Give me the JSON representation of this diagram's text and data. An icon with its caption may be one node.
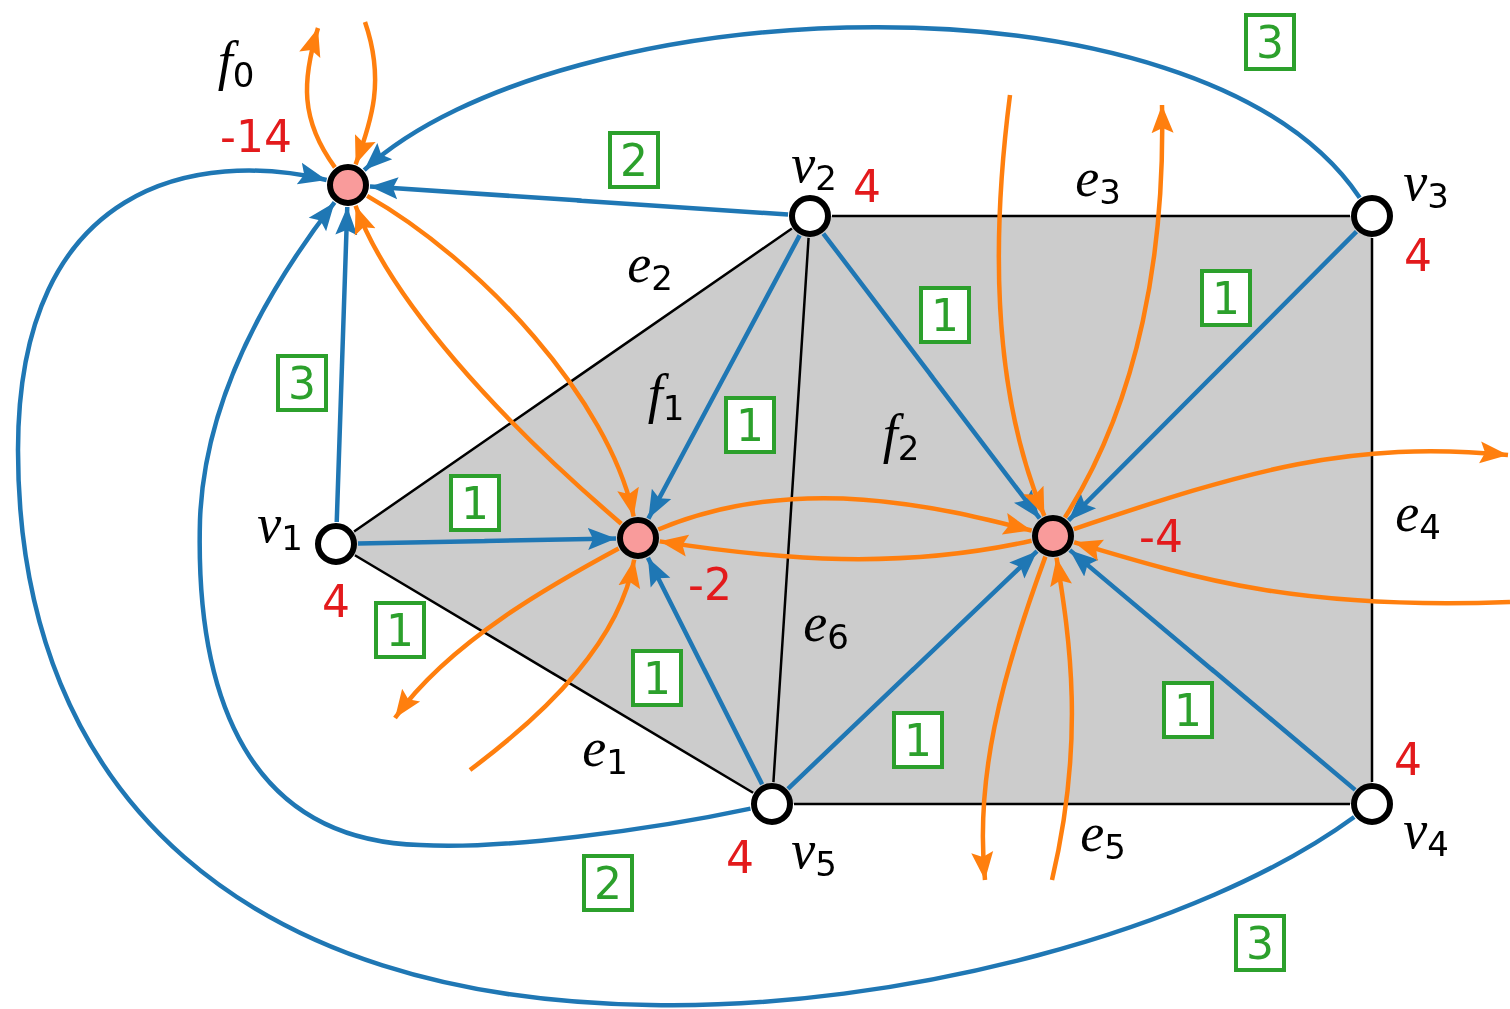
{
  "diagram": {
    "nodes": [
      {
        "text": [],
        "shape": "circle",
        "beside": [
          "*v*$_{1}$",
          "4"
        ]
      },
      {
        "text": [],
        "shape": "circle",
        "beside": [
          "*v*$_{2}$",
          "4"
        ]
      },
      {
        "text": [],
        "shape": "circle",
        "beside": [
          "*v*$_{3}$",
          "4"
        ]
      },
      {
        "text": [],
        "shape": "circle",
        "beside": [
          "*v*$_{4}$",
          "4"
        ]
      },
      {
        "text": [],
        "shape": "circle",
        "beside": [
          "*v*$_{5}$",
          "4"
        ]
      },
      {
        "text": [],
        "shape": "circle",
        "beside": [
          "*f*$_{0}$",
          "-14"
        ]
      },
      {
        "text": [],
        "shape": "circle",
        "beside": [
          "*f*$_{1}$",
          "-2"
        ]
      },
      {
        "text": [],
        "shape": "circle",
        "beside": [
          "*f*$_{2}$",
          "-4"
        ]
      }
    ],
    "edges": [
      {
        "from": 0,
        "to": 4,
        "arrow": "none",
        "label": "*e*$_{1}$",
        "color": "#000000"
      },
      {
        "from": 0,
        "to": 1,
        "arrow": "none",
        "label": "*e*$_{2}$",
        "color": "#000000"
      },
      {
        "from": 1,
        "to": 2,
        "arrow": "none",
        "label": "*e*$_{3}$",
        "color": "#000000"
      },
      {
        "from": 2,
        "to": 3,
        "arrow": "none",
        "label": "*e*$_{4}$",
        "color": "#000000"
      },
      {
        "from": 3,
        "to": 4,
        "arrow": "none",
        "label": "*e*$_{5}$",
        "color": "#000000"
      },
      {
        "from": 1,
        "to": 4,
        "arrow": "none",
        "label": "*e*$_{6}$",
        "color": "#000000"
      },
      {
        "from": 0,
        "to": 5,
        "arrow": "to",
        "label": "3",
        "color": "#1f77b4"
      },
      {
        "from": 0,
        "to": 6,
        "arrow": "to",
        "label": "1",
        "color": "#1f77b4"
      },
      {
        "from": 1,
        "to": 5,
        "arrow": "to",
        "label": "2",
        "color": "#1f77b4"
      },
      {
        "from": 1,
        "to": 6,
        "arrow": "to",
        "label": "1",
        "color": "#1f77b4"
      },
      {
        "from": 1,
        "to": 7,
        "arrow": "to",
        "label": "1",
        "color": "#1f77b4"
      },
      {
        "from": 2,
        "to": 5,
        "arrow": "to",
        "label": "3",
        "color": "#1f77b4"
      },
      {
        "from": 2,
        "to": 7,
        "arrow": "to",
        "label": "1",
        "color": "#1f77b4"
      },
      {
        "from": 3,
        "to": 7,
        "arrow": "to",
        "label": "1",
        "color": "#1f77b4"
      },
      {
        "from": 3,
        "to": 5,
        "arrow": "to",
        "label": "3",
        "color": "#1f77b4"
      },
      {
        "from": 4,
        "to": 6,
        "arrow": "to",
        "label": "1",
        "color": "#1f77b4"
      },
      {
        "from": 4,
        "to": 7,
        "arrow": "to",
        "label": "1",
        "color": "#1f77b4"
      },
      {
        "from": 4,
        "to": 5,
        "arrow": "to",
        "label": "2",
        "color": "#1f77b4"
      },
      {
        "from": 6,
        "to": 5,
        "arrow": "to"
      },
      {
        "from": 5,
        "to": 6,
        "arrow": "to"
      },
      {
        "from": 6,
        "to": 7,
        "arrow": "to"
      },
      {
        "from": 7,
        "to": 6,
        "arrow": "to"
      },
      {
        "from": 6,
        "to": null,
        "arrow": "to"
      },
      {
        "from": null,
        "to": 6,
        "arrow": "to"
      },
      {
        "from": 5,
        "to": null,
        "arrow": "to"
      },
      {
        "from": null,
        "to": 5,
        "arrow": "to"
      },
      {
        "from": null,
        "to": 7,
        "arrow": "to"
      },
      {
        "from": 7,
        "to": null,
        "arrow": "to"
      },
      {
        "from": 7,
        "to": null,
        "arrow": "to"
      },
      {
        "from": null,
        "to": 7,
        "arrow": "to"
      },
      {
        "from": 7,
        "to": null,
        "arrow": "to"
      },
      {
        "from": null,
        "to": 7,
        "arrow": "to"
      }
    ],
    "labels": [
      "1"
    ]
  }
}
